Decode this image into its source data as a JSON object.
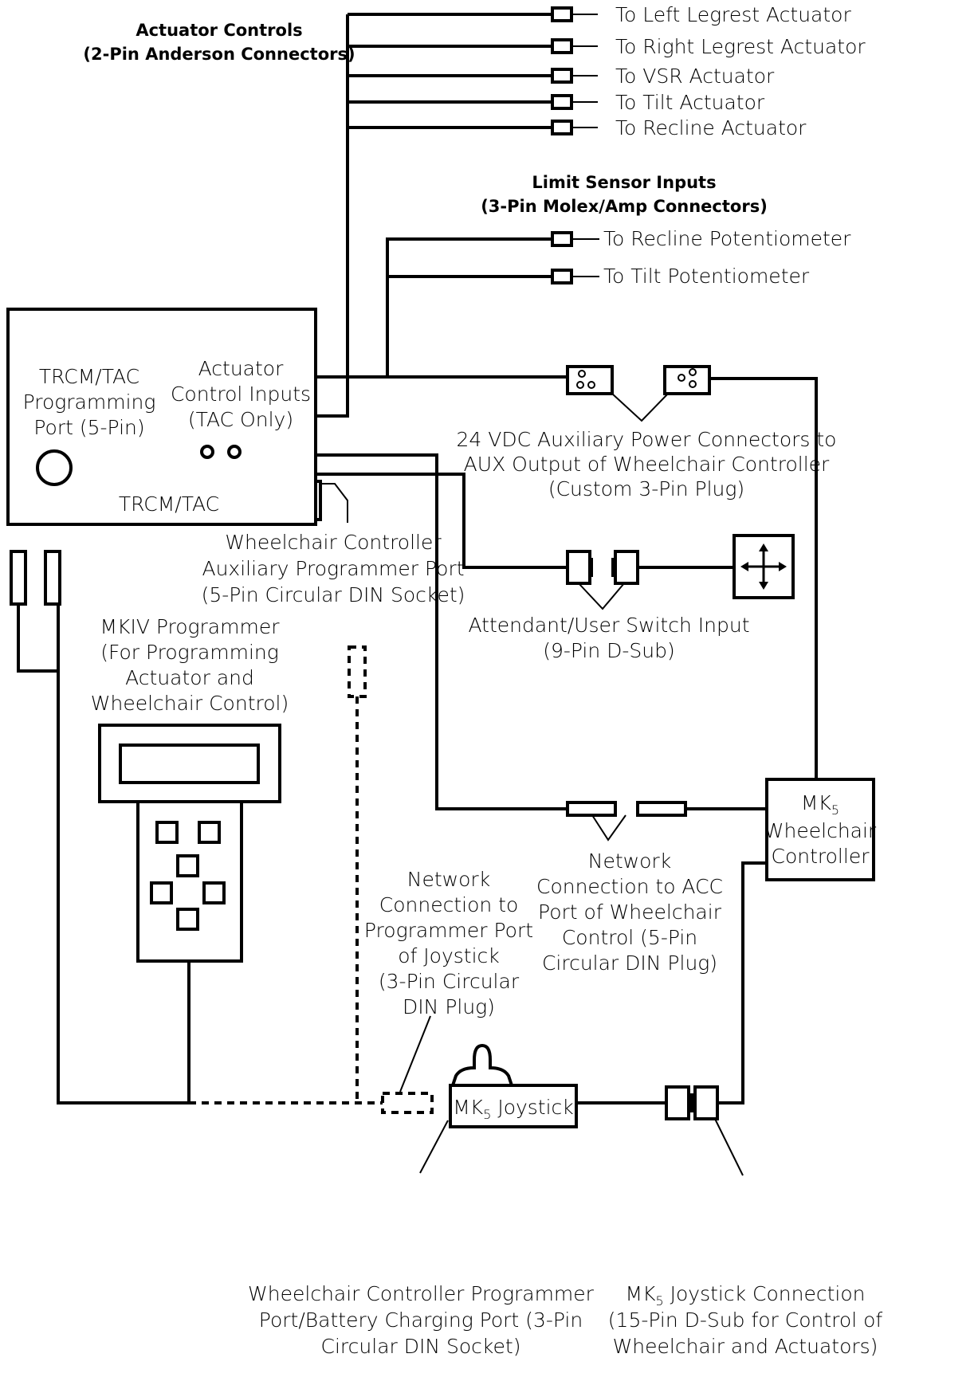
{
  "actuator_controls": {
    "title": "Actuator Controls",
    "subtitle": "(2-Pin Anderson Connectors)",
    "outputs": [
      "To Left Legrest Actuator",
      "To Right Legrest Actuator",
      "To VSR Actuator",
      "To Tilt Actuator",
      "To Recline Actuator"
    ]
  },
  "limit_sensors": {
    "title": "Limit Sensor Inputs",
    "subtitle": "(3-Pin Molex/Amp Connectors)",
    "outputs": [
      "To Recline Potentiometer",
      "To Tilt Potentiometer"
    ]
  },
  "trcm": {
    "prog_port": [
      "TRCM/TAC",
      "Programming",
      "Port (5-Pin)"
    ],
    "actuator_inputs": [
      "Actuator",
      "Control Inputs",
      "(TAC Only)"
    ],
    "name": "TRCM/TAC"
  },
  "aux_port_label": [
    "Wheelchair Controller",
    "Auxiliary Programmer Port",
    "(5-Pin Circular DIN Socket)"
  ],
  "aux_power_label": [
    "24 VDC Auxiliary Power Connectors to",
    "AUX Output of Wheelchair Controller",
    "(Custom 3-Pin Plug)"
  ],
  "switch_label": [
    "Attendant/User Switch Input",
    "(9-Pin D-Sub)"
  ],
  "programmer_label": [
    "MKIV Programmer",
    "(For Programming",
    "Actuator and",
    "Wheelchair Control)"
  ],
  "acc_label": [
    "Network",
    "Connection to ACC",
    "Port of Wheelchair",
    "Control (5-Pin",
    "Circular DIN Plug)"
  ],
  "joystick_prog_label": [
    "Network",
    "Connection to",
    "Programmer Port",
    "of Joystick",
    "(3-Pin Circular",
    "DIN Plug)"
  ],
  "controller": {
    "prefix": "MK",
    "sub": "5",
    "line2": "Wheelchair",
    "line3": "Controller"
  },
  "joystick": {
    "prefix": "MK",
    "sub": "5",
    "suffix": " Joystick"
  },
  "charge_port_label": [
    "Wheelchair Controller Programmer",
    "Port/Battery Charging Port (3-Pin",
    "Circular DIN Socket)"
  ],
  "joystick_conn_label": {
    "prefix": "MK",
    "sub": "5",
    "suffix": " Joystick Connection",
    "line2": "(15-Pin D-Sub for Control of",
    "line3": "Wheelchair and Actuators)"
  }
}
